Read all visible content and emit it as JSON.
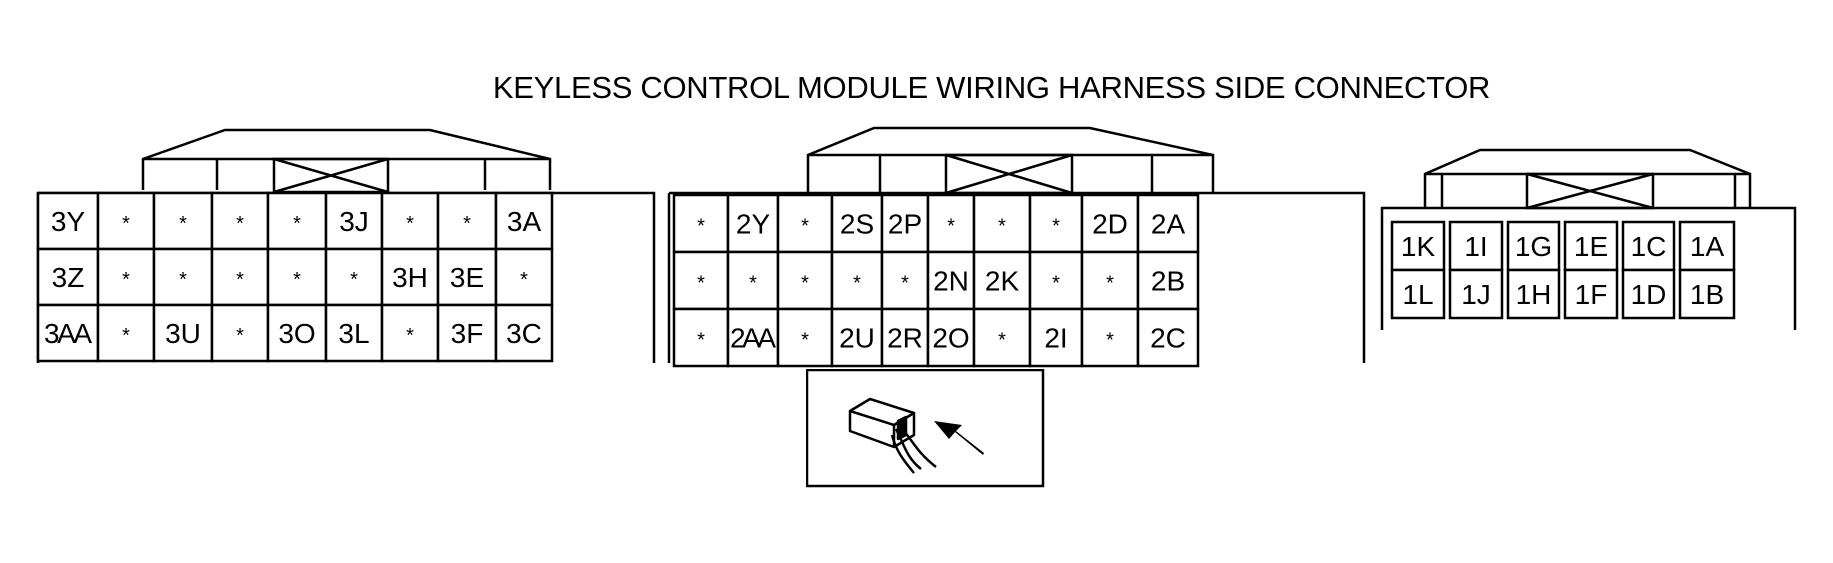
{
  "title": "KEYLESS CONTROL MODULE WIRING HARNESS SIDE CONNECTOR",
  "connector3": {
    "rows": [
      [
        "3Y",
        "*",
        "*",
        "*",
        "*",
        "3J",
        "*",
        "*",
        "3A"
      ],
      [
        "3Z",
        "*",
        "*",
        "*",
        "*",
        "*",
        "3H",
        "3E",
        "*"
      ],
      [
        "3AA",
        "*",
        "3U",
        "*",
        "3O",
        "3L",
        "*",
        "3F",
        "3C"
      ]
    ]
  },
  "connector2": {
    "rows": [
      [
        "*",
        "2Y",
        "*",
        "2S",
        "2P",
        "*",
        "*",
        "*",
        "2D",
        "2A"
      ],
      [
        "*",
        "*",
        "*",
        "*",
        "*",
        "2N",
        "2K",
        "*",
        "*",
        "2B"
      ],
      [
        "*",
        "2AA",
        "*",
        "2U",
        "2R",
        "2O",
        "*",
        "2I",
        "*",
        "2C"
      ]
    ]
  },
  "connector1": {
    "rows": [
      [
        "1K",
        "1I",
        "1G",
        "1E",
        "1C",
        "1A"
      ],
      [
        "1L",
        "1J",
        "1H",
        "1F",
        "1D",
        "1B"
      ]
    ]
  },
  "view_icon": "harness-side-view-icon"
}
